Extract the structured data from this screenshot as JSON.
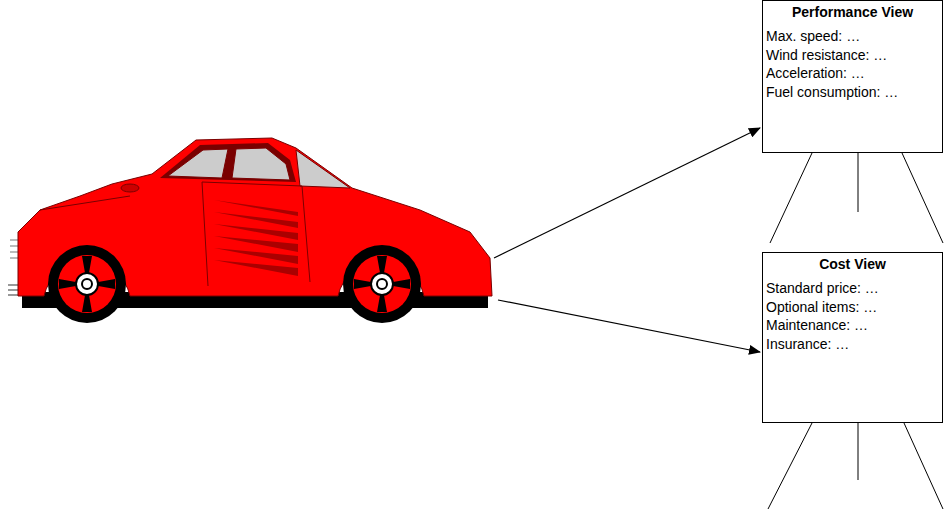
{
  "diagram": {
    "nodes": [
      {
        "text": [
          "Performance View",
          "Max. speed: …",
          "Wind resistance: …",
          "Acceleration: …",
          "Fuel consumption: …"
        ]
      },
      {
        "text": [
          "Cost View",
          "Standard price: …",
          "Optional items: …",
          "Maintenance: …",
          "Insurance: …"
        ]
      }
    ]
  }
}
